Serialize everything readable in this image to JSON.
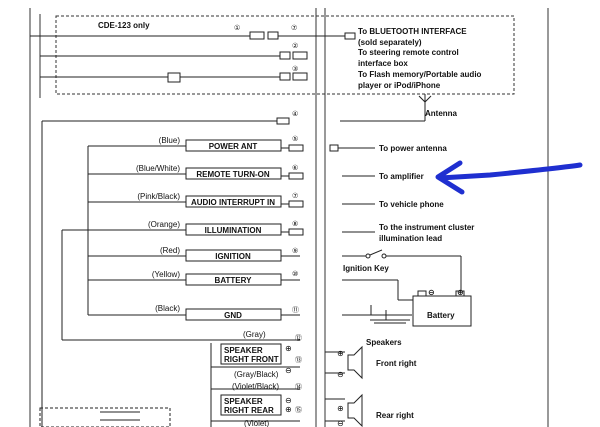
{
  "model_note": "CDE-123 only",
  "pins": [
    "①",
    "⑦",
    "②",
    "③",
    "④",
    "⑤",
    "⑥",
    "⑦",
    "⑧",
    "⑨",
    "⑩",
    "⑪",
    "⑫",
    "⑬",
    "⑭",
    "⑮"
  ],
  "wire_labels": [
    {
      "color": "(Blue)",
      "function": "POWER ANT"
    },
    {
      "color": "(Blue/White)",
      "function": "REMOTE TURN-ON"
    },
    {
      "color": "(Pink/Black)",
      "function": "AUDIO INTERRUPT IN"
    },
    {
      "color": "(Orange)",
      "function": "ILLUMINATION"
    },
    {
      "color": "(Red)",
      "function": "IGNITION"
    },
    {
      "color": "(Yellow)",
      "function": "BATTERY"
    },
    {
      "color": "(Black)",
      "function": "GND"
    }
  ],
  "destinations": {
    "bluetooth_1": "To BLUETOOTH INTERFACE",
    "bluetooth_2": "(sold separately)",
    "steering_1": "To steering remote control",
    "steering_2": "interface box",
    "flash_1": "To Flash memory/Portable audio",
    "flash_2": "player or iPod/iPhone",
    "antenna": "Antenna",
    "power_antenna": "To power antenna",
    "amplifier": "To amplifier",
    "vehicle_phone": "To vehicle phone",
    "cluster_1": "To the instrument cluster",
    "cluster_2": "illumination lead",
    "ignition_key": "Ignition Key",
    "battery": "Battery",
    "speakers": "Speakers",
    "front_right": "Front right",
    "rear_right": "Rear right"
  },
  "speaker_wires": {
    "gray": "(Gray)",
    "front_1": "SPEAKER",
    "front_2": "RIGHT FRONT",
    "gray_black": "(Gray/Black)",
    "violet_black": "(Violet/Black)",
    "rear_1": "SPEAKER",
    "rear_2": "RIGHT REAR",
    "violet": "(Violet)"
  },
  "symbols": {
    "plus": "⊕",
    "minus": "⊖"
  },
  "annotation": {
    "arrow_color": "#1f2fd0"
  }
}
